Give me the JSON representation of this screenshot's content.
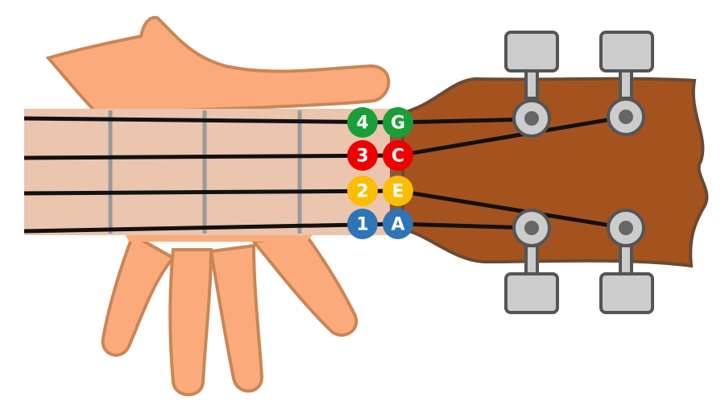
{
  "colors": {
    "skin": "#fbab7b",
    "skin_outline": "#c98656",
    "fretboard": "#ebc5ae",
    "headstock": "#a4531f",
    "headstock_outline": "#6b4a32",
    "fret": "#999999",
    "string": "#111111",
    "tuner": "#cccccc",
    "tuner_outline": "#555555"
  },
  "strings": [
    {
      "finger": "4",
      "note": "G",
      "color": "#1a9e37"
    },
    {
      "finger": "3",
      "note": "C",
      "color": "#ee0000"
    },
    {
      "finger": "2",
      "note": "E",
      "color": "#fbbd00"
    },
    {
      "finger": "1",
      "note": "A",
      "color": "#2f74b5"
    }
  ]
}
